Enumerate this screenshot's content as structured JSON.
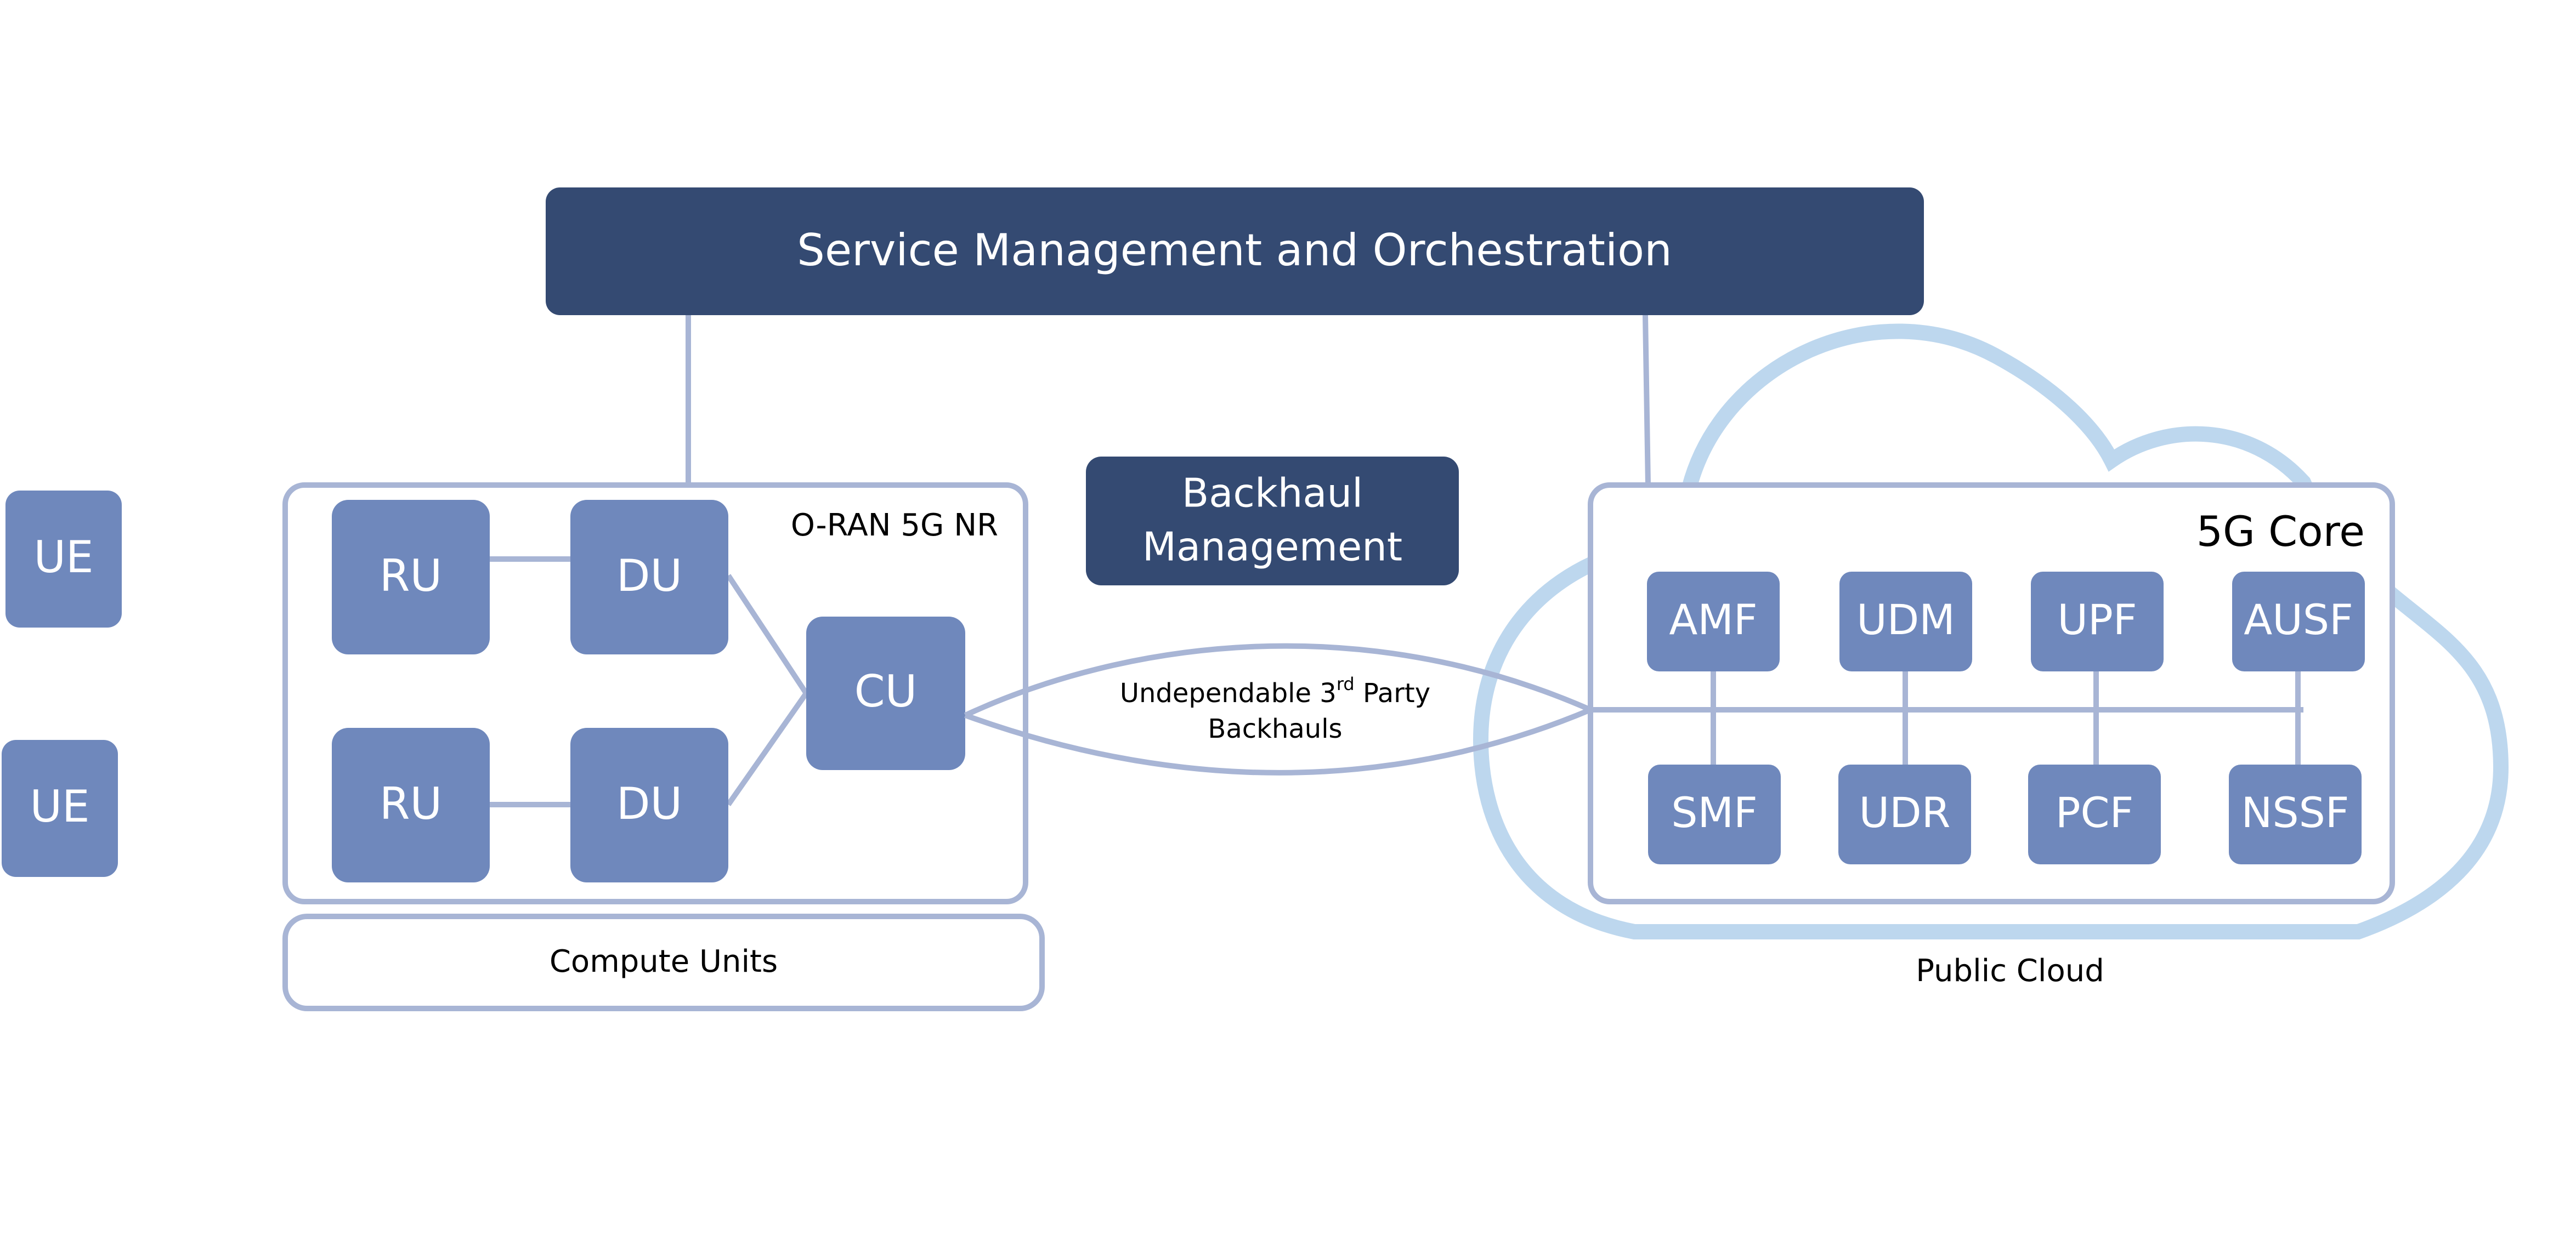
{
  "title": "Service Management and Orchestration",
  "backhaul_management": [
    "Backhaul",
    "Management"
  ],
  "ue": [
    "UE",
    "UE"
  ],
  "oran": {
    "label": "O-RAN 5G NR",
    "ru": [
      "RU",
      "RU"
    ],
    "du": [
      "DU",
      "DU"
    ],
    "cu": "CU"
  },
  "compute_units": "Compute Units",
  "backhaul_label": {
    "line1_prefix": "Undependable 3",
    "line1_sup": "rd",
    "line1_suffix": " Party",
    "line2": "Backhauls"
  },
  "core": {
    "label": "5G Core",
    "top_functions": [
      "AMF",
      "UDM",
      "UPF",
      "AUSF"
    ],
    "bottom_functions": [
      "SMF",
      "UDR",
      "PCF",
      "NSSF"
    ]
  },
  "public_cloud": "Public Cloud",
  "colors": {
    "dark_navy": "#344a72",
    "node_blue": "#6f88bc",
    "outline": "#a8b5d5",
    "cloud": "#bdd7ee",
    "text_dark": "#000000",
    "text_light": "#ffffff"
  }
}
